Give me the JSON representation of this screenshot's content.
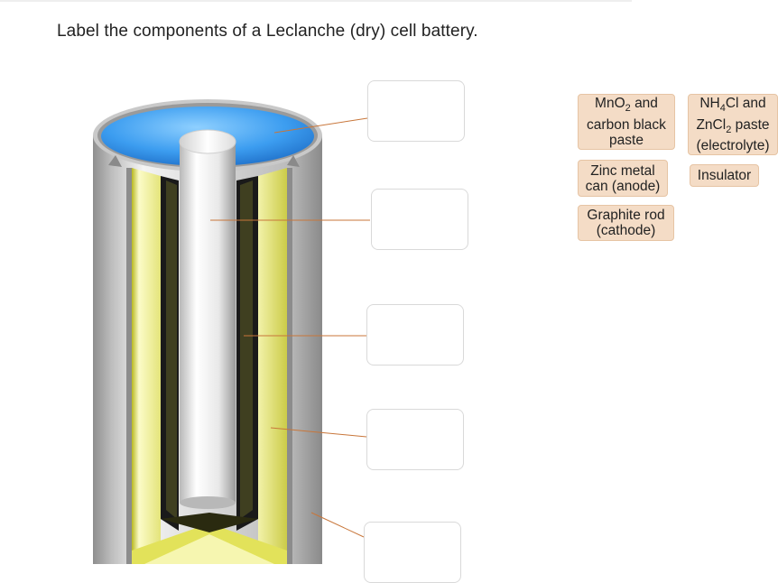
{
  "question": {
    "prompt": "Label the components of a Leclanche (dry) cell battery."
  },
  "diagram": {
    "name": "Leclanche dry cell cutaway",
    "drop_targets": [
      "",
      "",
      "",
      "",
      ""
    ]
  },
  "answer_bank": [
    {
      "id": "mno2",
      "lines": [
        "MnO",
        "and",
        "carbon black",
        "paste"
      ],
      "display": "MnO2 and carbon black paste"
    },
    {
      "id": "nh4cl",
      "display": "NH4Cl and ZnCl2 paste (electrolyte)"
    },
    {
      "id": "zinc",
      "lines": [
        "Zinc metal",
        "can (anode)"
      ]
    },
    {
      "id": "insulator",
      "lines": [
        "Insulator"
      ]
    },
    {
      "id": "graphite",
      "lines": [
        "Graphite rod",
        "(cathode)"
      ]
    }
  ],
  "colors": {
    "chip_fill": "#f4dcc6",
    "chip_border": "#e6c4a4",
    "leader_line": "#c8763a",
    "electrolyte_blue": "#3c9df0",
    "paste_yellow": "#f0f0a0"
  }
}
